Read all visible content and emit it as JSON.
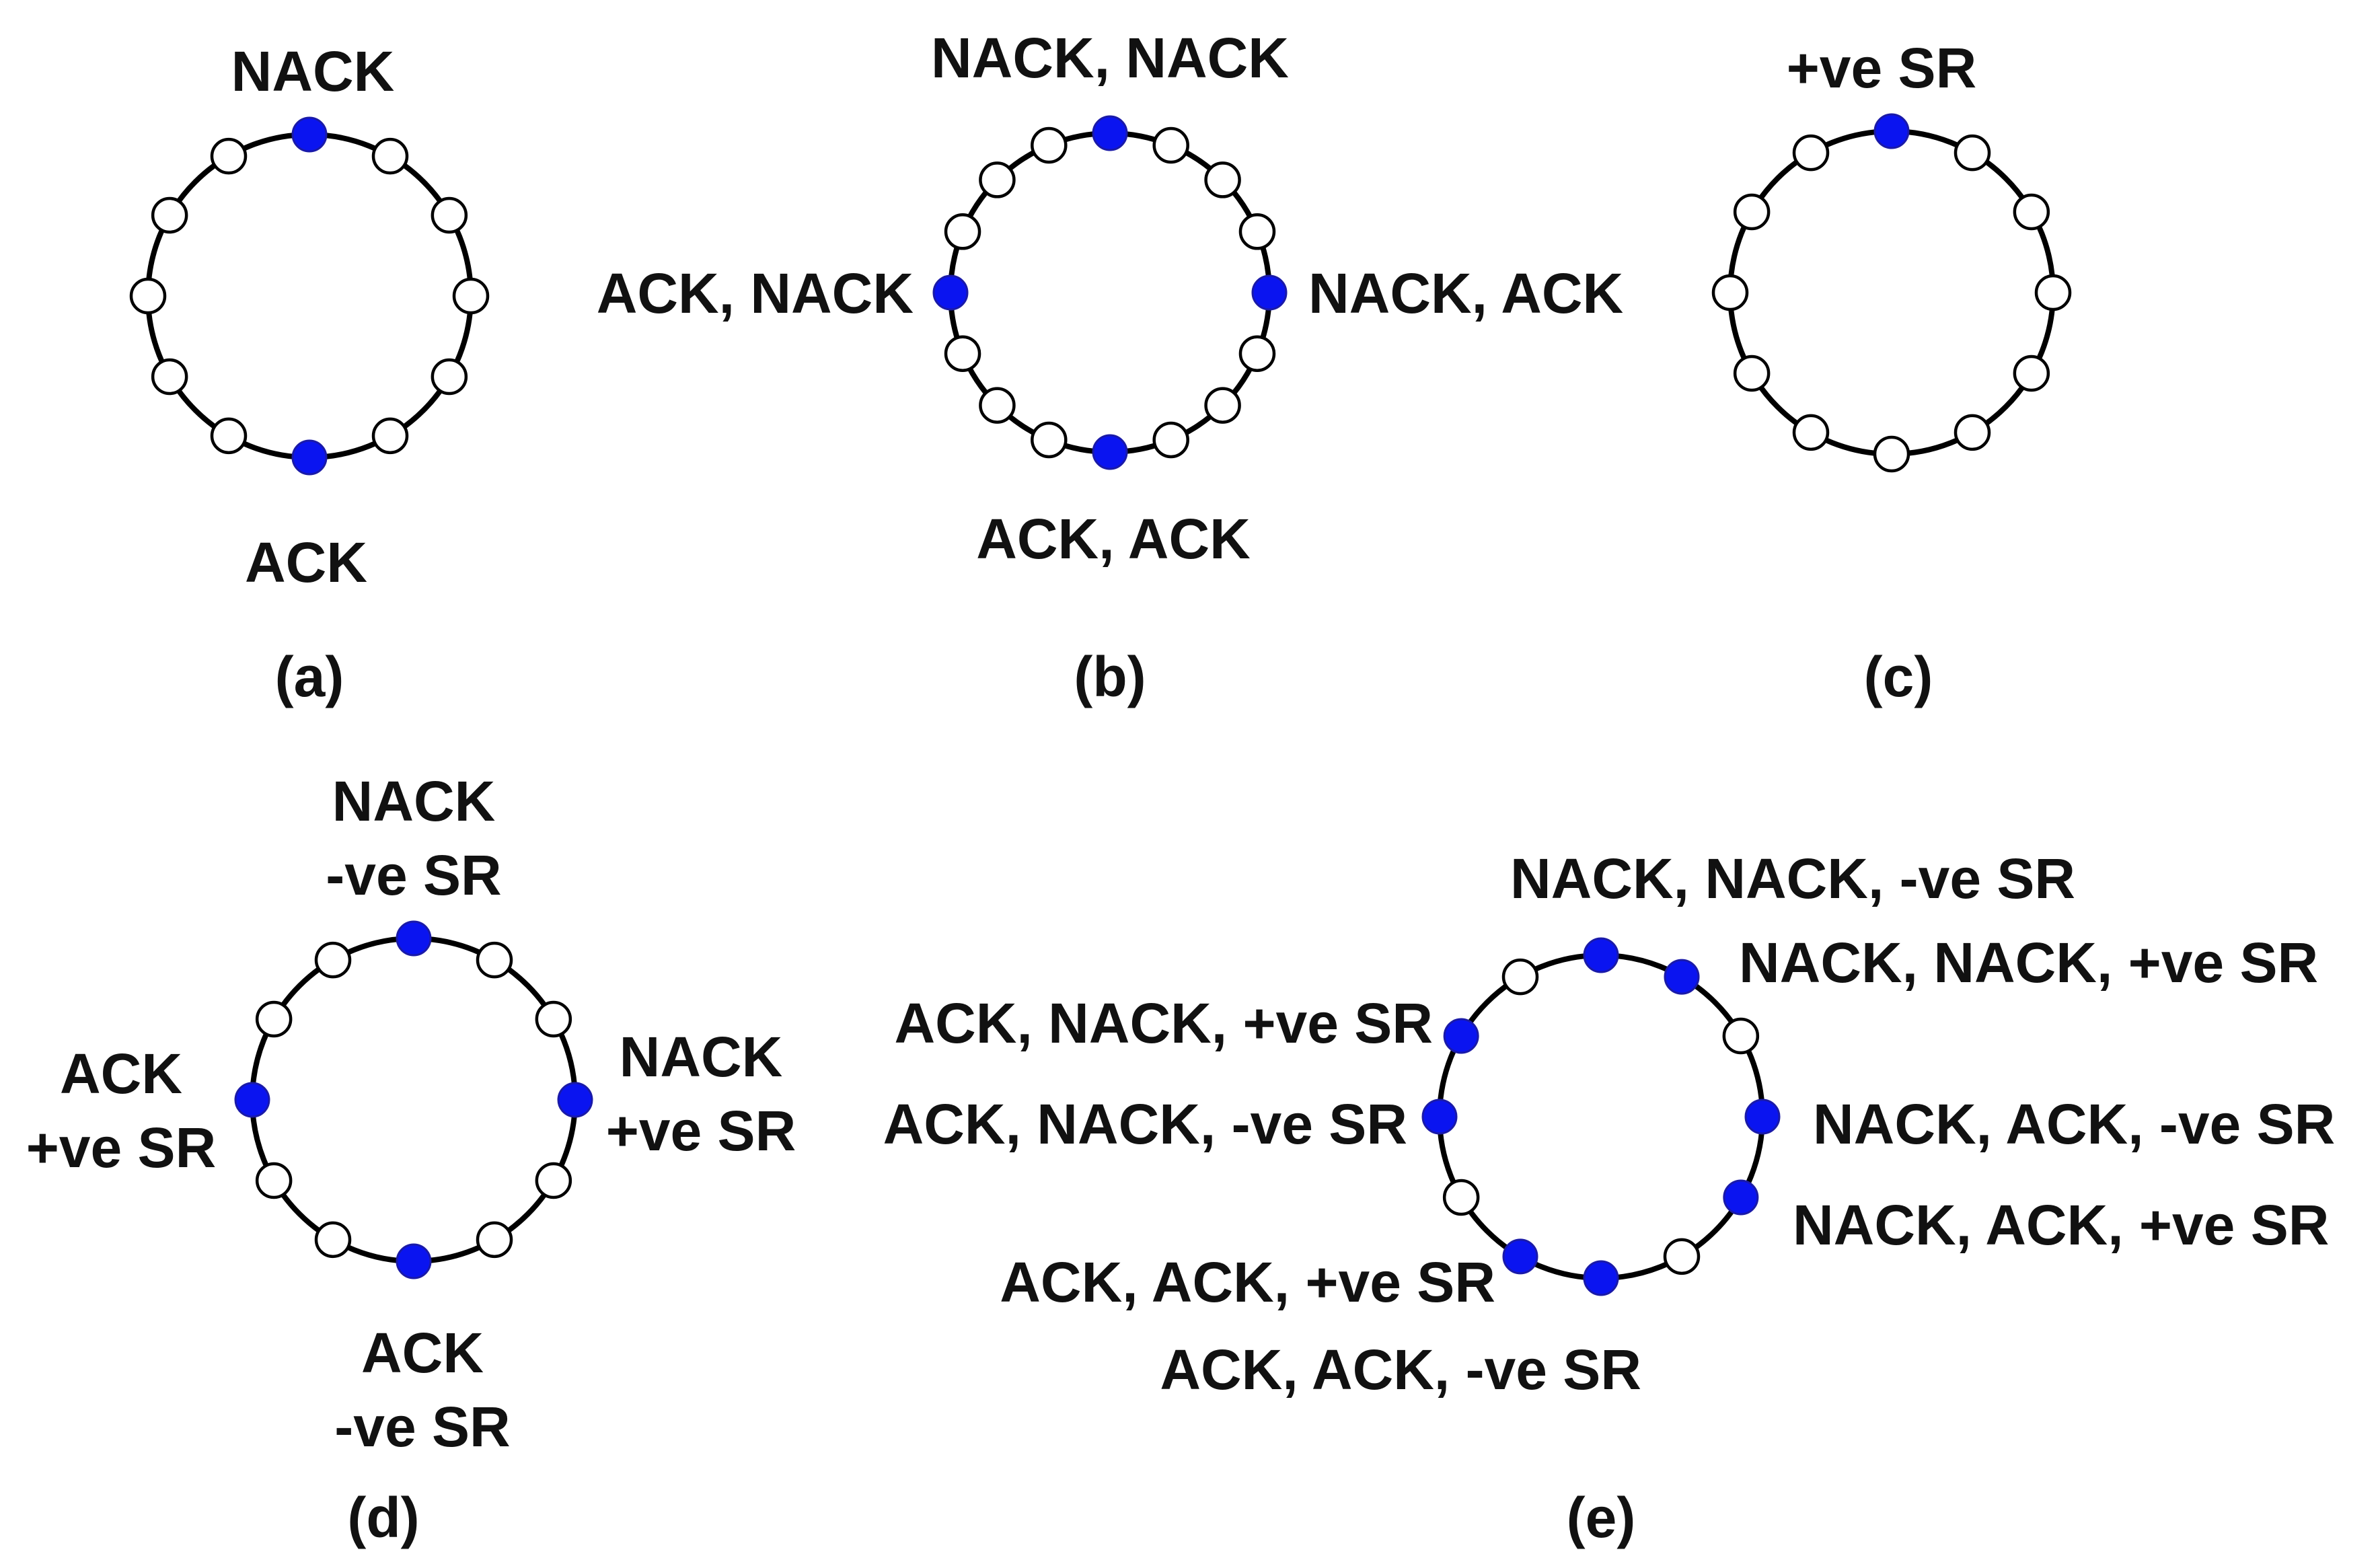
{
  "accent_color": "#0a14f0",
  "panels": {
    "a": {
      "caption": "(a)",
      "points_total": 12,
      "highlighted": [
        {
          "slot": 0,
          "label": [
            "NACK"
          ]
        },
        {
          "slot": 6,
          "label": [
            "ACK"
          ]
        }
      ]
    },
    "b": {
      "caption": "(b)",
      "points_total": 16,
      "highlighted": [
        {
          "slot": 0,
          "label": [
            "NACK, NACK"
          ]
        },
        {
          "slot": 4,
          "label": [
            "NACK, ACK"
          ]
        },
        {
          "slot": 8,
          "label": [
            "ACK, ACK"
          ]
        },
        {
          "slot": 12,
          "label": [
            "ACK, NACK"
          ]
        }
      ]
    },
    "c": {
      "caption": "(c)",
      "points_total": 12,
      "highlighted": [
        {
          "slot": 0,
          "label": [
            "+ve SR"
          ]
        }
      ]
    },
    "d": {
      "caption": "(d)",
      "points_total": 12,
      "highlighted": [
        {
          "slot": 0,
          "label": [
            "NACK",
            "-ve SR"
          ]
        },
        {
          "slot": 3,
          "label": [
            "NACK",
            "+ve SR"
          ]
        },
        {
          "slot": 6,
          "label": [
            "ACK",
            "-ve SR"
          ]
        },
        {
          "slot": 9,
          "label": [
            "ACK",
            "+ve SR"
          ]
        }
      ]
    },
    "e": {
      "caption": "(e)",
      "points_total": 12,
      "highlighted": [
        {
          "slot": 0,
          "label": [
            "NACK, NACK, -ve SR"
          ]
        },
        {
          "slot": 1,
          "label": [
            "NACK, NACK, +ve SR"
          ]
        },
        {
          "slot": 3,
          "label": [
            "NACK, ACK, -ve SR"
          ]
        },
        {
          "slot": 4,
          "label": [
            "NACK, ACK, +ve SR"
          ]
        },
        {
          "slot": 6,
          "label": [
            "ACK, ACK, -ve SR"
          ]
        },
        {
          "slot": 7,
          "label": [
            "ACK, ACK, +ve SR"
          ]
        },
        {
          "slot": 9,
          "label": [
            "ACK, NACK, -ve SR"
          ]
        },
        {
          "slot": 10,
          "label": [
            "ACK, NACK, +ve SR"
          ]
        }
      ]
    }
  }
}
